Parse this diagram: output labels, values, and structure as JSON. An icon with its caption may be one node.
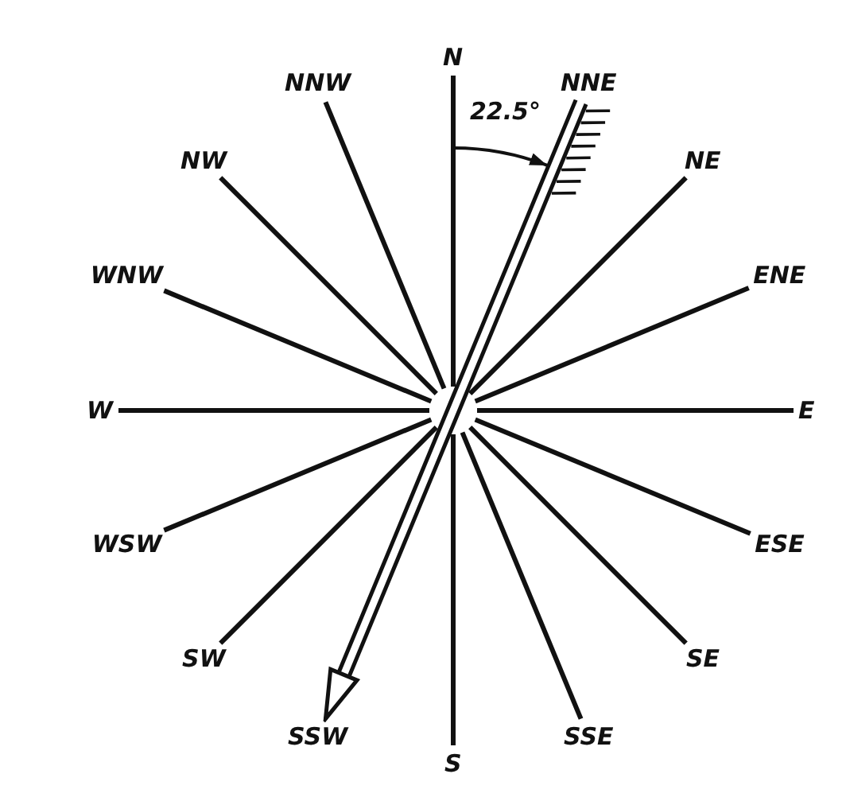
{
  "diagram": {
    "nodes": [
      {
        "text": [
          "N"
        ]
      },
      {
        "text": [
          "NNE"
        ]
      },
      {
        "text": [
          "NE"
        ]
      },
      {
        "text": [
          "ENE"
        ]
      },
      {
        "text": [
          "E"
        ]
      },
      {
        "text": [
          "ESE"
        ]
      },
      {
        "text": [
          "SE"
        ]
      },
      {
        "text": [
          "SSE"
        ]
      },
      {
        "text": [
          "S"
        ]
      },
      {
        "text": [
          "SSW"
        ]
      },
      {
        "text": [
          "SW"
        ]
      },
      {
        "text": [
          "WSW"
        ]
      },
      {
        "text": [
          "W"
        ]
      },
      {
        "text": [
          "WNW"
        ]
      },
      {
        "text": [
          "NW"
        ]
      },
      {
        "text": [
          "NNW"
        ]
      }
    ],
    "edges": [
      {
        "from": null,
        "to": 0,
        "arrow": "none"
      },
      {
        "from": null,
        "to": 2,
        "arrow": "none"
      },
      {
        "from": null,
        "to": 3,
        "arrow": "none"
      },
      {
        "from": null,
        "to": 4,
        "arrow": "none"
      },
      {
        "from": null,
        "to": 5,
        "arrow": "none"
      },
      {
        "from": null,
        "to": 6,
        "arrow": "none"
      },
      {
        "from": null,
        "to": 7,
        "arrow": "none"
      },
      {
        "from": null,
        "to": 8,
        "arrow": "none"
      },
      {
        "from": null,
        "to": 10,
        "arrow": "none"
      },
      {
        "from": null,
        "to": 11,
        "arrow": "none"
      },
      {
        "from": null,
        "to": 12,
        "arrow": "none"
      },
      {
        "from": null,
        "to": 13,
        "arrow": "none"
      },
      {
        "from": null,
        "to": 14,
        "arrow": "none"
      },
      {
        "from": null,
        "to": 15,
        "arrow": "none"
      },
      {
        "from": 1,
        "to": 9,
        "arrow": "to"
      }
    ],
    "labels": [
      "22.5°"
    ]
  }
}
